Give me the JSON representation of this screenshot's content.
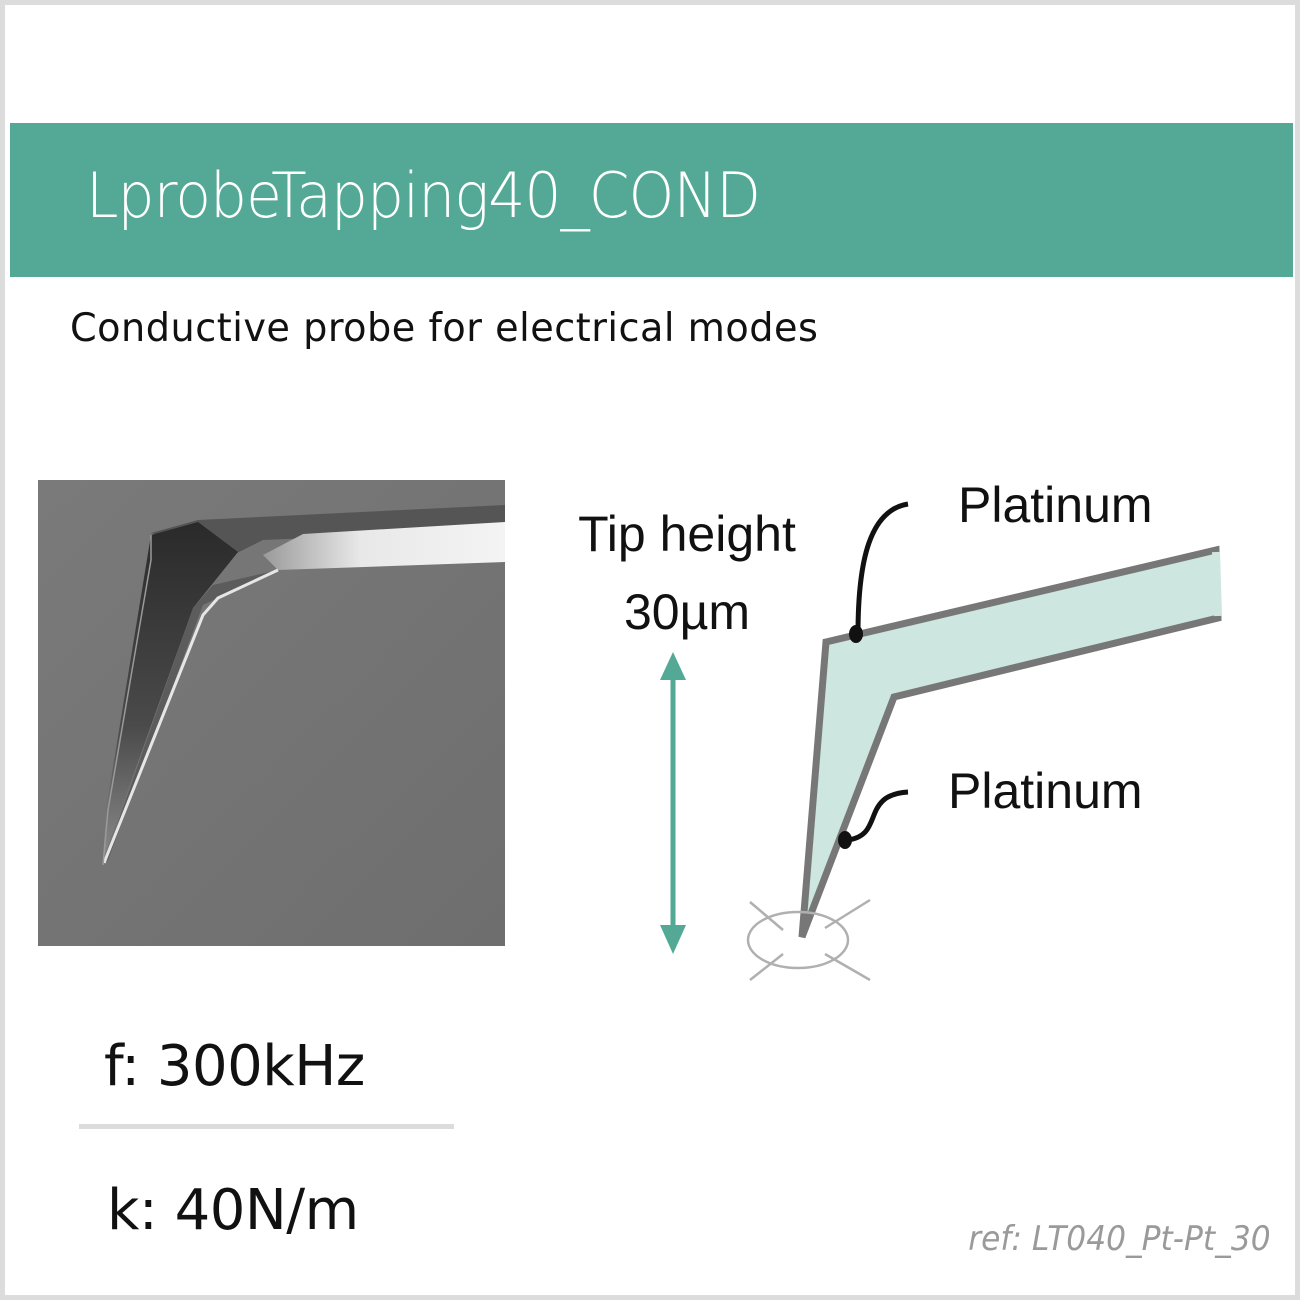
{
  "card": {
    "title": "LprobeTapping40_COND",
    "subtitle": "Conductive probe for electrical modes",
    "colors": {
      "banner": "#53a996",
      "frame_border": "#dcdcdc",
      "coating_fill": "#cde6df",
      "coating_stroke": "#777777",
      "arrow": "#53a996",
      "ref_text": "#9a9a9a"
    }
  },
  "image": {
    "alt": "SEM image of probe tip"
  },
  "diagram": {
    "tip_height_label": "Tip height",
    "tip_height_value": "30µm",
    "coating_label_top": "Platinum",
    "coating_label_tip": "Platinum"
  },
  "specs": {
    "frequency": "f: 300kHz",
    "spring_constant": "k: 40N/m"
  },
  "ref": "ref: LT040_Pt-Pt_30"
}
